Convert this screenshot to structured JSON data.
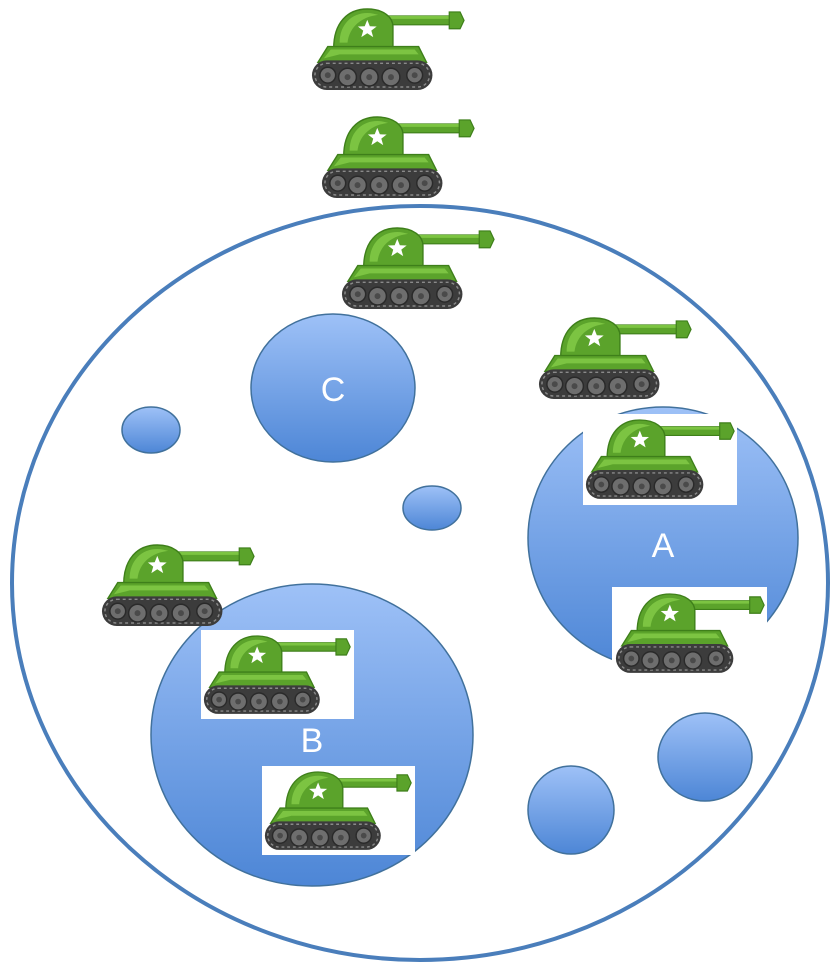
{
  "diagram": {
    "regions": [
      {
        "id": "A",
        "label": "A"
      },
      {
        "id": "B",
        "label": "B"
      },
      {
        "id": "C",
        "label": "C"
      }
    ],
    "colors": {
      "outer_circle_stroke": "#4A7EBB",
      "blob_light": "#9EC1F7",
      "blob_dark": "#4D86D6",
      "blob_stroke": "#41719C",
      "tank_body": "#5BA32B",
      "tank_body_light": "#7CC442",
      "tank_body_dark": "#3E7F1A",
      "tank_track": "#3C3C3C",
      "tank_wheel": "#6E6E6E",
      "tank_star": "#FFFFFF"
    },
    "icons": {
      "tank": "tank-icon"
    }
  }
}
